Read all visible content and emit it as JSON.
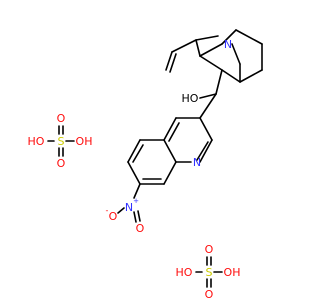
{
  "colors": {
    "bond": "#000000",
    "nitrogen": "#3333ff",
    "oxygen": "#ff0d0d",
    "sulfur": "#cccc00",
    "hydroxyl": "#000000"
  },
  "molecule": {
    "quinuclidine_n": "N",
    "hydroxyl_label": "HO",
    "quinoline_n": "N",
    "nitro_n": "N",
    "nitro_n_charge": "+",
    "nitro_o_minus": "O",
    "nitro_o_minus_charge": "-",
    "nitro_o_double": "O"
  },
  "sulfuric_acid_1": {
    "s": "S",
    "oh_left_h": "HO",
    "oh_left_o": "",
    "o_top": "O",
    "oh_right": "OH",
    "o_bottom": "O"
  },
  "sulfuric_acid_2": {
    "s": "S",
    "oh_left": "HO",
    "o_top": "O",
    "oh_right": "OH",
    "o_bottom": "O"
  }
}
